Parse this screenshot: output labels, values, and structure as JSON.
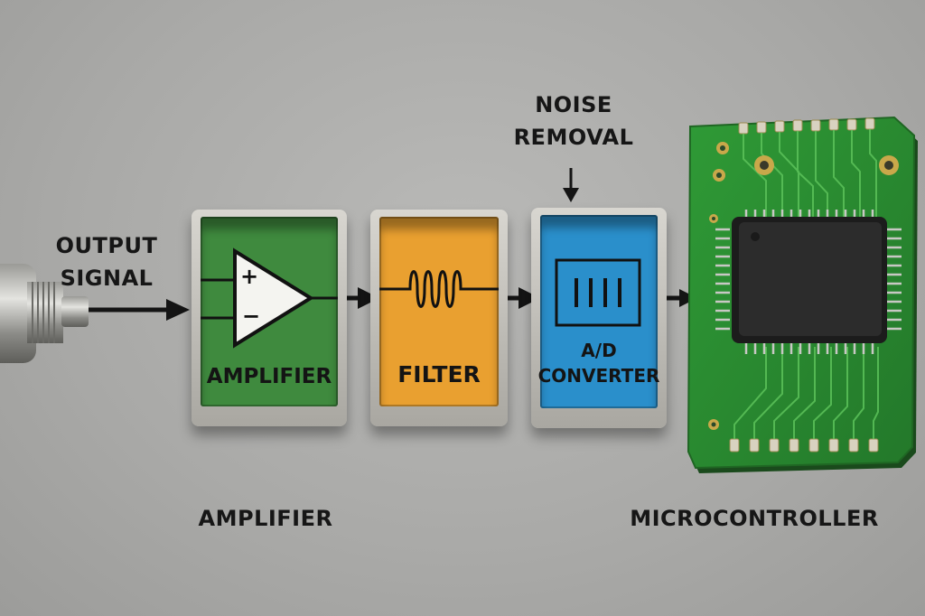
{
  "labels": {
    "output_signal_line1": "OUTPUT",
    "output_signal_line2": "SIGNAL",
    "noise_line1": "NOISE",
    "noise_line2": "REMOVAL",
    "bottom_amplifier": "AMPLIFIER",
    "bottom_microcontroller": "MICROCONTROLLER"
  },
  "blocks": [
    {
      "id": "amplifier",
      "label": "AMPLIFIER",
      "color": "#3f8a3e"
    },
    {
      "id": "filter",
      "label": "FILTER",
      "color": "#e9a030"
    },
    {
      "id": "adc",
      "label_line1": "A/D",
      "label_line2": "CONVERTER",
      "color": "#2a8fcb"
    }
  ],
  "opamp": {
    "plus": "+",
    "minus": "−"
  },
  "colors": {
    "background": "#a9a9a7",
    "pcb": "#2f8f2f",
    "chip": "#2a2a2a",
    "pad": "#c9a84a"
  }
}
